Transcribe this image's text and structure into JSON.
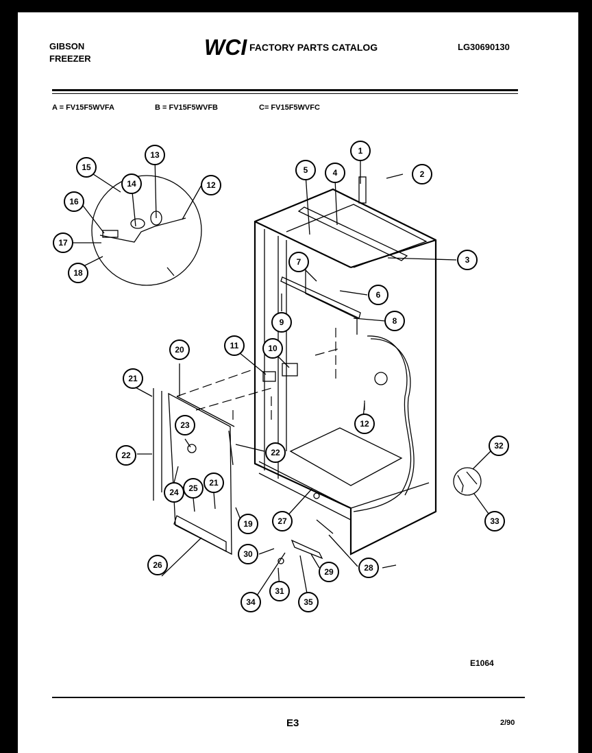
{
  "header": {
    "brand_line1": "GIBSON",
    "brand_line2": "FREEZER",
    "logo_text": "WCI",
    "catalog_title": "FACTORY PARTS CATALOG",
    "catalog_number": "LG30690130"
  },
  "models": {
    "a": "A = FV15F5WVFA",
    "b": "B = FV15F5WVFB",
    "c": "C= FV15F5WVFC"
  },
  "callouts": {
    "c1": "1",
    "c2": "2",
    "c3": "3",
    "c4": "4",
    "c5": "5",
    "c6": "6",
    "c7": "7",
    "c8": "8",
    "c9": "9",
    "c10": "10",
    "c11": "11",
    "c12a": "12",
    "c12b": "12",
    "c13": "13",
    "c14": "14",
    "c15": "15",
    "c16": "16",
    "c17": "17",
    "c18": "18",
    "c19": "19",
    "c20": "20",
    "c21a": "21",
    "c21b": "21",
    "c22a": "22",
    "c22b": "22",
    "c23": "23",
    "c24": "24",
    "c25": "25",
    "c26": "26",
    "c27": "27",
    "c28": "28",
    "c29": "29",
    "c30": "30",
    "c31": "31",
    "c32": "32",
    "c33": "33",
    "c34": "34",
    "c35": "35"
  },
  "footer": {
    "figure_code": "E1064",
    "page_number": "E3",
    "date_code": "2/90"
  }
}
